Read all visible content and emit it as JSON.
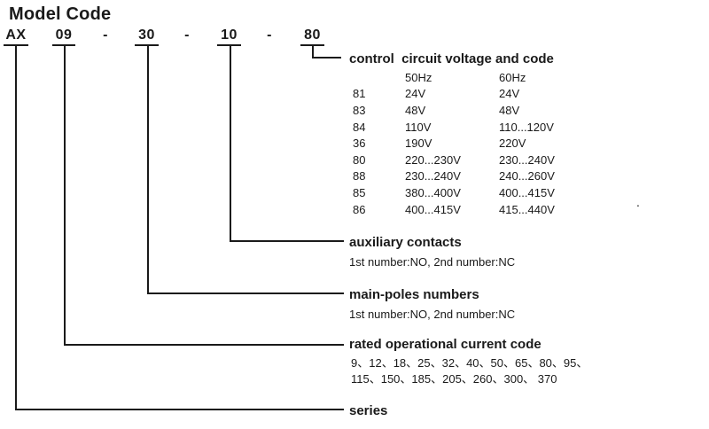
{
  "title": "Model Code",
  "code": {
    "series": "AX",
    "current_code": "09",
    "poles_code": "30",
    "aux_code": "10",
    "voltage_code": "80",
    "separator": "-"
  },
  "voltage_section": {
    "heading": "control  circuit voltage and code",
    "freq_headers": [
      "50Hz",
      "60Hz"
    ],
    "rows": [
      {
        "code": "81",
        "v50": "24V",
        "v60": "24V"
      },
      {
        "code": "83",
        "v50": "48V",
        "v60": "48V"
      },
      {
        "code": "84",
        "v50": "110V",
        "v60": "110...120V"
      },
      {
        "code": "36",
        "v50": "190V",
        "v60": "220V"
      },
      {
        "code": "80",
        "v50": "220...230V",
        "v60": "230...240V"
      },
      {
        "code": "88",
        "v50": "230...240V",
        "v60": "240...260V"
      },
      {
        "code": "85",
        "v50": "380...400V",
        "v60": "400...415V"
      },
      {
        "code": "86",
        "v50": "400...415V",
        "v60": "415...440V"
      }
    ],
    "stray_mark": "."
  },
  "aux_section": {
    "heading": "auxiliary contacts",
    "note": "1st number:NO, 2nd number:NC"
  },
  "poles_section": {
    "heading": "main-poles numbers",
    "note": "1st number:NO, 2nd number:NC"
  },
  "current_section": {
    "heading": "rated operational current code",
    "values_line1": "9、12、18、25、32、40、50、65、80、95、",
    "values_line2": "115、150、185、205、260、300、 370"
  },
  "series_section": {
    "heading": "series"
  }
}
